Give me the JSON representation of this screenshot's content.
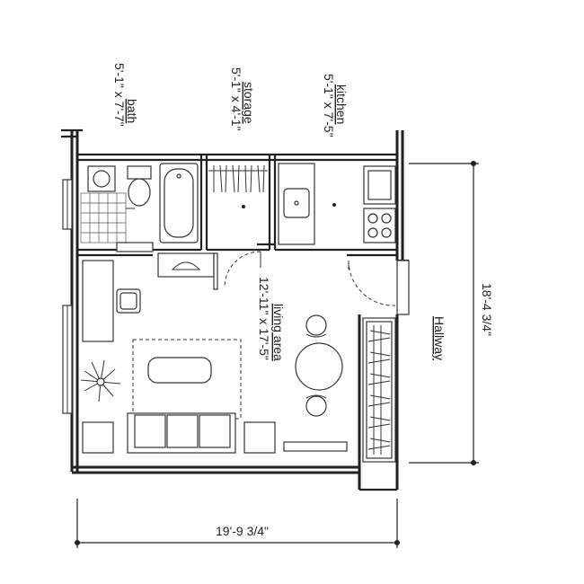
{
  "rooms": {
    "bath": {
      "name": "bath",
      "size": "5'-1\" x 7'-7\""
    },
    "storage": {
      "name": "storage",
      "size": "5'-1\" x 4'-1\""
    },
    "kitchen": {
      "name": "kitchen",
      "size": "5'-1\" x 7'-5\""
    },
    "living": {
      "name": "living area",
      "size": "12'-11\" x 17'-5\""
    }
  },
  "hallway": "Hallway",
  "dimensions": {
    "overall_width": "19'-9 3/4\"",
    "overall_height": "18'-4 3/4\""
  },
  "colors": {
    "line": "#222222",
    "background": "#ffffff"
  }
}
